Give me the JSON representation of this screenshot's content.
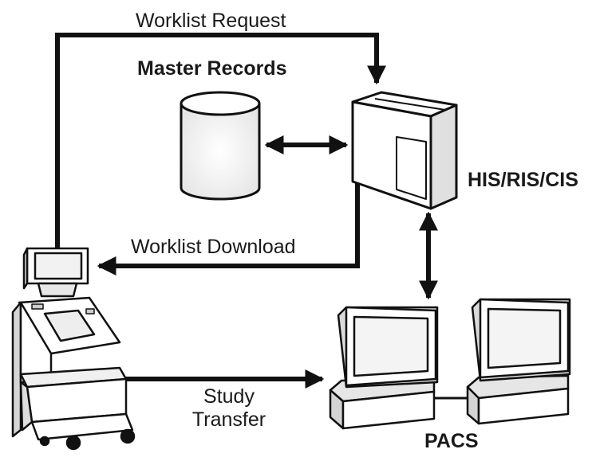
{
  "labels": {
    "worklist_request": "Worklist Request",
    "master_records": "Master Records",
    "his_ris_cis": "HIS/RIS/CIS",
    "worklist_download": "Worklist Download",
    "study_transfer_line1": "Study",
    "study_transfer_line2": "Transfer",
    "pacs": "PACS"
  },
  "icons": {
    "database": "cylinder-database-icon",
    "server": "server-box-icon",
    "modality": "ultrasound-cart-icon",
    "workstations": "workstation-monitor-icon"
  },
  "colors": {
    "line": "#111111",
    "device_fill": "#ffffff",
    "device_shade": "#d9d9d9",
    "text": "#1a1a1a"
  }
}
